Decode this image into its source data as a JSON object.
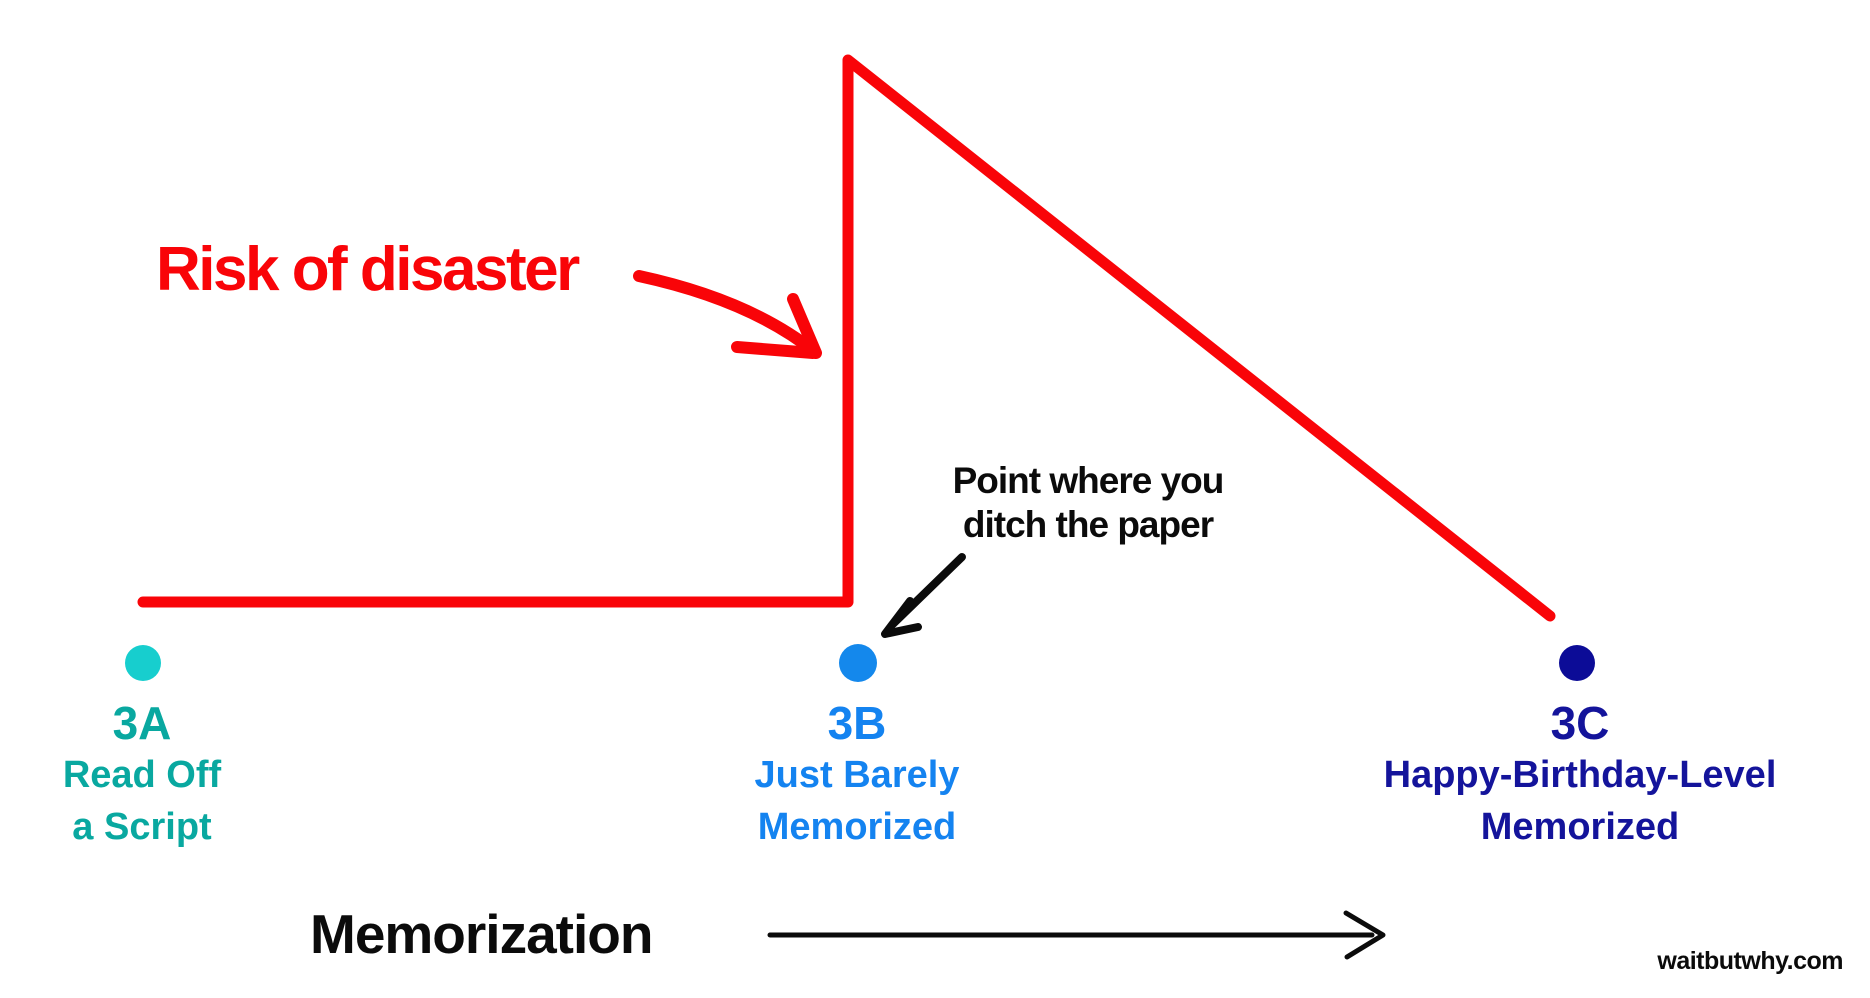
{
  "colors": {
    "red": "#F90408",
    "black": "#0B0B0B",
    "teal_text": "#09A8A0",
    "cyan_dot": "#17CECE",
    "blue_text": "#1483F0",
    "blue_dot": "#1488EC",
    "navy_text": "#14149B",
    "navy_dot": "#0C0C97"
  },
  "annotations": {
    "risk_label": "Risk of disaster",
    "ditch_line1": "Point where you",
    "ditch_line2": "ditch the paper"
  },
  "axis": {
    "label": "Memorization"
  },
  "points": [
    {
      "id": "3A",
      "label": "3A",
      "sub1": "Read Off",
      "sub2": "a Script"
    },
    {
      "id": "3B",
      "label": "3B",
      "sub1": "Just Barely",
      "sub2": "Memorized"
    },
    {
      "id": "3C",
      "label": "3C",
      "sub1": "Happy-Birthday-Level",
      "sub2": "Memorized"
    }
  ],
  "footer": {
    "site": "waitbutwhy.com"
  },
  "chart_data": {
    "type": "line",
    "title": "Risk of disaster vs. Memorization",
    "xlabel": "Memorization",
    "ylabel": "Risk of disaster",
    "grid": false,
    "legend": "none",
    "x_categories": [
      "3A Read Off a Script",
      "3B Just Barely Memorized",
      "3C Happy-Birthday-Level Memorized"
    ],
    "series": [
      {
        "name": "Risk of disaster",
        "color": "#F90408",
        "points": [
          {
            "x": "3A",
            "y": 0.1
          },
          {
            "x": "just before 3B",
            "y": 0.1
          },
          {
            "x": "3B",
            "y": 1.0
          },
          {
            "x": "3C",
            "y": 0.08
          }
        ],
        "shape_note": "flat low from 3A to 3B, vertical spike to maximum at 3B, steady linear decline to near zero at 3C"
      }
    ],
    "annotations": [
      {
        "text": "Risk of disaster",
        "target": "spike at 3B"
      },
      {
        "text": "Point where you ditch the paper",
        "target": "point 3B on memorization axis"
      }
    ],
    "axis_line": {
      "type": "gradient segment with endpoint dots",
      "from": "3A (cyan #17CECE)",
      "via": "3B (blue #1488EC)",
      "to": "3C (navy #0C0C97)"
    }
  }
}
